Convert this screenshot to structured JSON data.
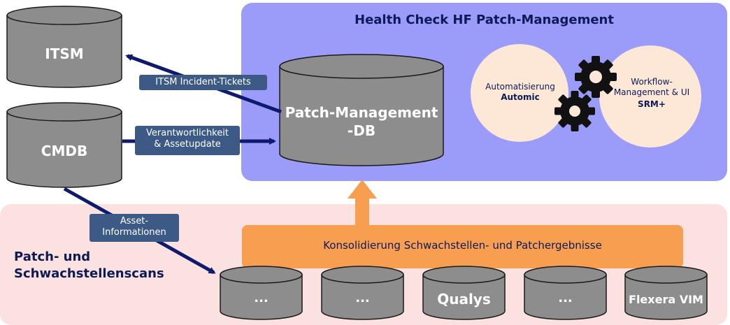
{
  "health_check": {
    "title": "Health Check HF Patch-Management"
  },
  "scans": {
    "title_line1": "Patch- und",
    "title_line2": "Schwachstellenscans"
  },
  "consolidation": {
    "label": "Konsolidierung Schwachstellen- und Patchergebnisse"
  },
  "databases": {
    "itsm": "ITSM",
    "cmdb": "CMDB",
    "patch_db_line1": "Patch-Management",
    "patch_db_line2": "-DB"
  },
  "tags": {
    "itsm_tickets": "ITSM Incident-Tickets",
    "responsibility_line1": "Verantwortlichkeit",
    "responsibility_line2": "& Assetupdate",
    "asset_info_line1": "Asset-",
    "asset_info_line2": "Informationen"
  },
  "circles": {
    "automation_line1": "Automatisierung",
    "automation_line2": "Automic",
    "workflow_line1": "Workflow-",
    "workflow_line2": "Management & UI",
    "workflow_line3": "SRM+"
  },
  "scanners": [
    "...",
    "...",
    "Qualys",
    "...",
    "Flexera VIM"
  ],
  "colors": {
    "panel_blue": "#9b9bfa",
    "panel_pink": "#fbe1df",
    "orange": "#f89e50",
    "cylinder": "#8d8d8d",
    "arrow_navy": "#0d1a6e",
    "tag": "#3d5a86",
    "circle": "#fde8d8"
  }
}
